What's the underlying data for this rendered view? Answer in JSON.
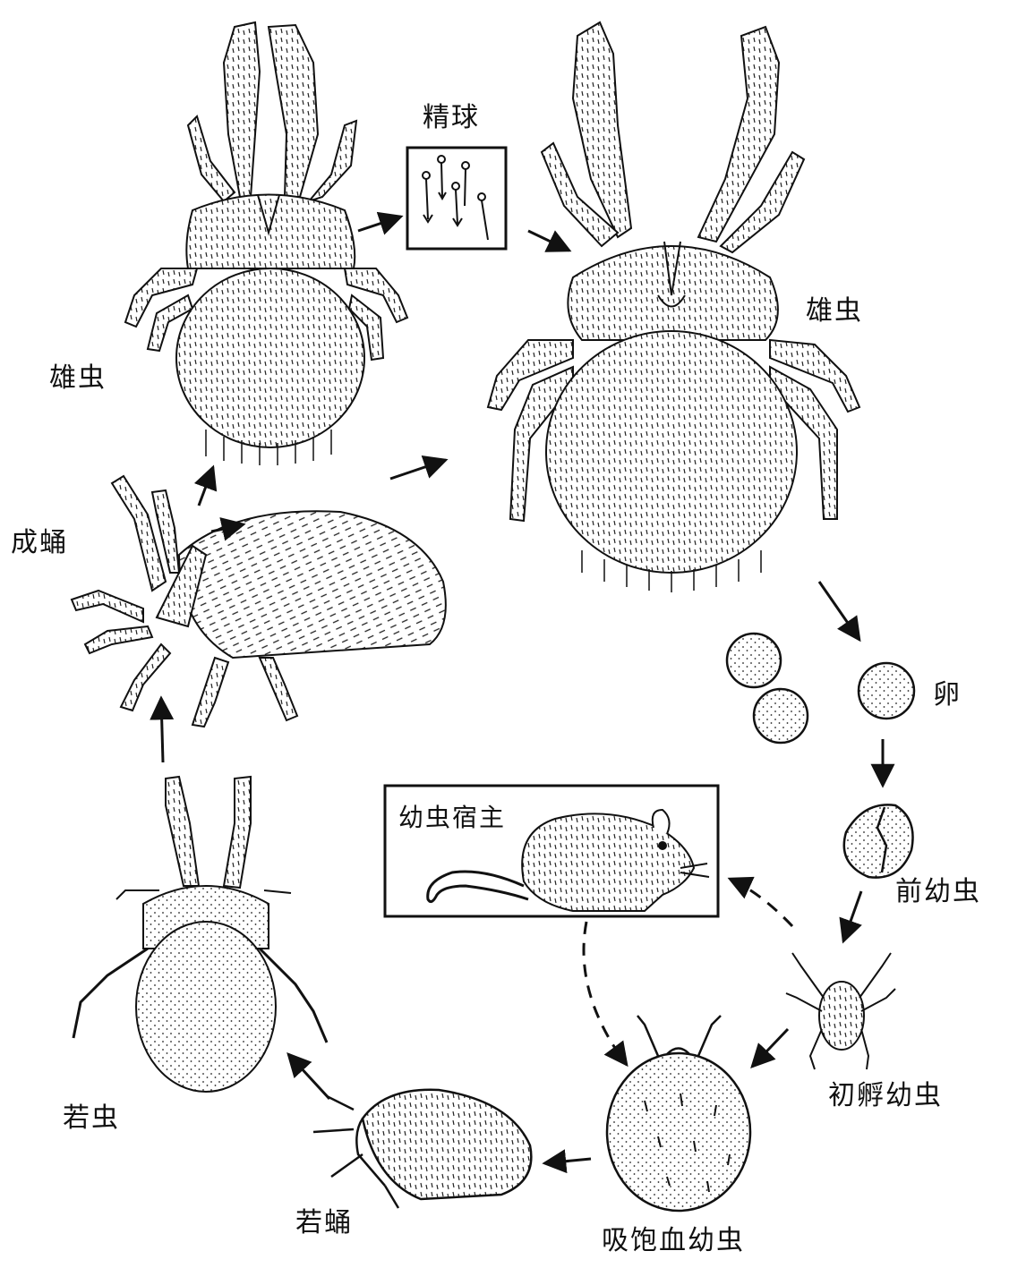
{
  "diagram": {
    "labels": {
      "male_left": "雄虫",
      "spermatophore": "精球",
      "male_right": "雄虫",
      "adult_pupa": "成蛹",
      "egg": "卵",
      "larval_host": "幼虫宿主",
      "prelarva": "前幼虫",
      "hatched_larva": "初孵幼虫",
      "nymph": "若虫",
      "nymph_pupa": "若蛹",
      "engorged_larva": "吸饱血幼虫"
    }
  }
}
